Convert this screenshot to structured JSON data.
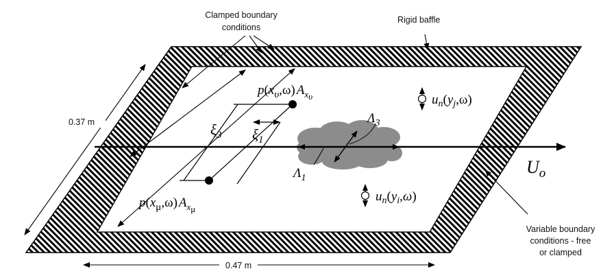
{
  "labels": {
    "clamped_line1": "Clamped boundary",
    "clamped_line2": "conditions",
    "rigid_baffle": "Rigid baffle",
    "dim_037": "0.37 m",
    "dim_047": "0.47 m",
    "variable_line1": "Variable boundary",
    "variable_line2": "conditions - free",
    "variable_line3": "or clamped"
  },
  "symbols": {
    "p_func": "p",
    "x_var": "x",
    "sub_v": "υ",
    "sub_mu": "μ",
    "omega": "ω",
    "A": "A",
    "xi": "ξ",
    "sub_1": "1",
    "sub_3": "3",
    "Lambda": "Λ",
    "u": "u",
    "n": "n",
    "y_var": "y",
    "sub_j": "j",
    "sub_i": "i",
    "U": "U",
    "sub_o": "o",
    "open_paren": "(",
    "close_paren": ")",
    "comma": ","
  },
  "colors": {
    "line": "#000000",
    "cloud": "#8c8c8c",
    "hatch": "#000000",
    "background": "#ffffff"
  }
}
